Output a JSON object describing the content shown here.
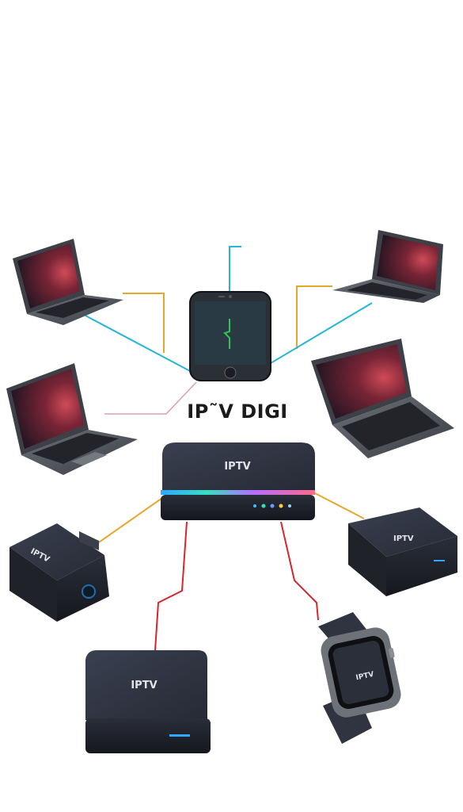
{
  "diagram": {
    "brand_text": "IP˜V DIGI",
    "hub_label": "IPTV",
    "box_left_label": "IPTV",
    "box_right_label": "IPTV",
    "box_bottom_label": "IPTV",
    "watch_label": "IPTV"
  },
  "colors": {
    "background": "#ffffff",
    "device_dark": "#2e3340",
    "link_cyan": "#27b6d6",
    "link_orange": "#e5a82c",
    "link_pink": "#d9a0b0",
    "link_red": "#d9252b",
    "screen_glow": "#c2404e"
  }
}
